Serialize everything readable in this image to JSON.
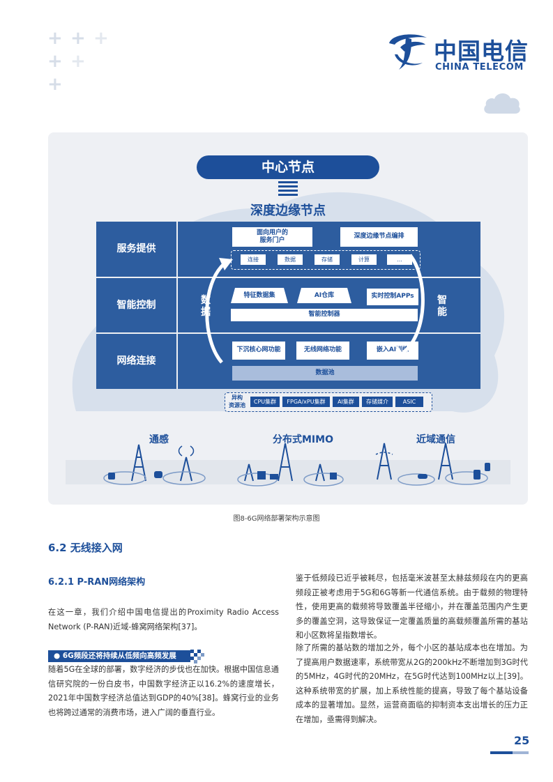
{
  "header": {
    "logo_name": "中国电信",
    "logo_en": "CHINA TELECOM"
  },
  "figure": {
    "center_node": "中心节点",
    "edge_node": "深度边缘节点",
    "rows": [
      "服务提供",
      "智能控制",
      "网络连接"
    ],
    "service": {
      "portal": "面向用户的\n服务门户",
      "orchestration": "深度边缘节点编排",
      "capabilities": [
        "连接",
        "数据",
        "存储",
        "计算",
        "..."
      ]
    },
    "control": {
      "feature_dataset": "特征数据集",
      "ai_repo": "AI仓库",
      "realtime_apps": "实时控制APPs",
      "controller": "智能控制器"
    },
    "network": {
      "sink_core": "下沉核心网功能",
      "wireless": "无线网络功能",
      "ai_training": "嵌入AI训练",
      "data_pool": "数据池"
    },
    "left_vertical": "数据",
    "right_vertical": "智能",
    "hetero_label": "异构\n资源池",
    "hetero_items": [
      "CPU集群",
      "FPGA/xPU集群",
      "AI集群",
      "存储媒介",
      "ASIC"
    ],
    "scenes": [
      "通感",
      "分布式MIMO",
      "近域通信"
    ],
    "caption": "图8-6G网络部署架构示意图"
  },
  "section": {
    "h2": "6.2  无线接入网",
    "h3": "6.2.1  P-RAN网络架构",
    "intro": "在这一章，我们介绍中国电信提出的Proximity Radio Access Network (P-RAN)近域-蜂窝网络架构[37]。",
    "tag": "6G频段还将持续从低频向高频发展",
    "para_left": "随着5G在全球的部署，数字经济的步伐也在加快。根据中国信息通信研究院的一份白皮书，中国数字经济正以16.2%的速度增长，2021年中国数字经济总值达到GDP的40%[38]。蜂窝行业的业务也将跨过通常的消费市场，进入广阔的垂直行业。",
    "para_right_1": "鉴于低频段已近乎被耗尽，包括毫米波甚至太赫兹频段在内的更高频段正被考虑用于5G和6G等新一代通信系统。由于载频的物理特性，使用更高的载频将导致覆盖半径缩小，并在覆盖范围内产生更多的覆盖空洞，这导致保证一定覆盖质量的高载频覆盖所需的基站和小区数将呈指数增长。",
    "para_right_2": "除了所需的基站数的增加之外，每个小区的基站成本也在增加。为了提高用户数据速率，系统带宽从2G的200kHz不断增加到3G时代的5MHz，4G时代的20MHz，在5G时代达到100MHz以上[39]。这种系统带宽的扩展，加上系统性能的提高，导致了每个基站设备成本的显著增加。显然，运营商面临的抑制资本支出增长的压力正在增加，亟需得到解决。"
  },
  "footer": {
    "page_number": "25"
  },
  "colors": {
    "brand_blue": "#1d4f9a",
    "panel_blue": "#2d5d9f",
    "light_bg": "#eef0f4"
  }
}
